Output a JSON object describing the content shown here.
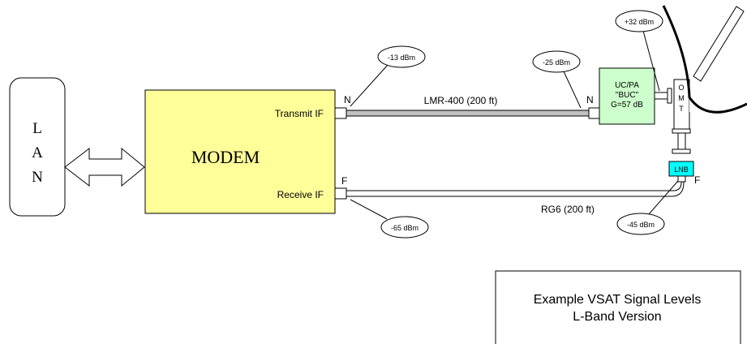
{
  "lan": {
    "letters": [
      "L",
      "A",
      "N"
    ]
  },
  "modem": {
    "title": "MODEM",
    "transmit_port_label": "Transmit IF",
    "receive_port_label": "Receive IF"
  },
  "connectors": {
    "modem_tx": "N",
    "modem_rx": "F",
    "buc_in": "N",
    "lnb_out": "F"
  },
  "cables": {
    "transmit": "LMR-400 (200 ft)",
    "receive": "RG6 (200 ft)"
  },
  "buc": {
    "line1": "UC/PA",
    "line2": "\"BUC\"",
    "line3": "G=57 dB"
  },
  "omt": {
    "letters": [
      "O",
      "M",
      "T"
    ]
  },
  "lnb": {
    "label": "LNB"
  },
  "levels": {
    "modem_tx": "-13 dBm",
    "buc_in": "-25 dBm",
    "buc_out": "+32 dBm",
    "modem_rx": "-65 dBm",
    "lnb_out": "-45 dBm"
  },
  "caption": {
    "line1": "Example VSAT Signal Levels",
    "line2": "L-Band Version"
  },
  "colors": {
    "modem_fill": "#FFFF99",
    "buc_fill": "#CCFFCC",
    "lnb_fill": "#00FFFF",
    "cable_fill": "#C0C0C0"
  }
}
